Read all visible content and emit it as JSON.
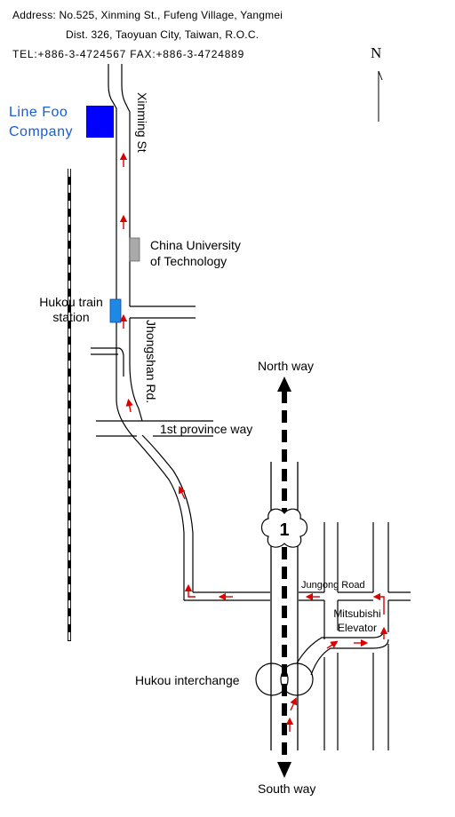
{
  "address": {
    "line1": "Address: No.525, Xinming St., Fufeng Village, Yangmei",
    "line2": "Dist. 326, Taoyuan City, Taiwan, R.O.C.",
    "line3": "TEL:+886-3-4724567  FAX:+886-3-4724889"
  },
  "compass": {
    "label": "N"
  },
  "company": {
    "line1": "Line Foo",
    "line2": "Company",
    "color": "#1a5cd6",
    "box_color": "#0000ff"
  },
  "places": {
    "xinming_st": "Xinming St",
    "china_univ_line1": "China University",
    "china_univ_line2": "of Technology",
    "hukou_station_line1": "Hukou train",
    "hukou_station_line2": "station",
    "jhongshan_rd": "Jhongshan Rd.",
    "province_way": "1st province way",
    "north_way": "North way",
    "south_way": "South way",
    "jungong_road": "Jungong Road",
    "mitsubishi_line1": "Mitsubishi",
    "mitsubishi_line2": "Elevator",
    "hukou_interchange": "Hukou interchange"
  },
  "highway_number": "1",
  "colors": {
    "arrow": "#dd0000",
    "university": "#aaaaaa",
    "station": "#1e88e5"
  }
}
